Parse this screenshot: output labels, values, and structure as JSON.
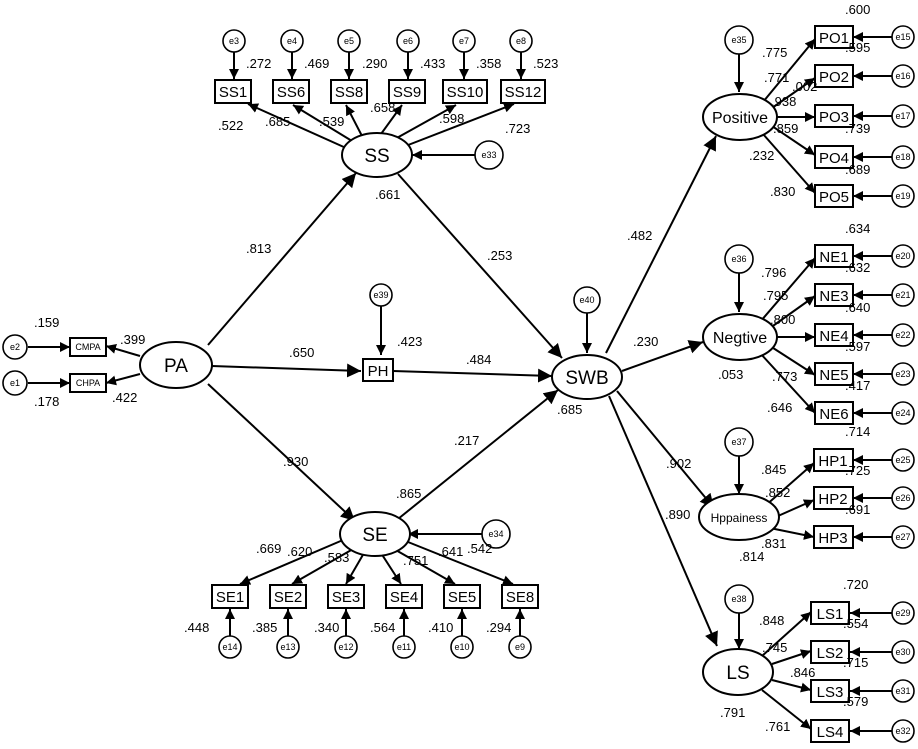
{
  "latent": {
    "pa": "PA",
    "ss": "SS",
    "se": "SE",
    "swb": "SWB",
    "positive": "Positive",
    "negtive": "Negtive",
    "happiness": "Hppainess",
    "ls": "LS"
  },
  "observed": {
    "cmpa": "CMPA",
    "chpa": "CHPA",
    "ph": "PH",
    "ss1": "SS1",
    "ss6": "SS6",
    "ss8": "SS8",
    "ss9": "SS9",
    "ss10": "SS10",
    "ss12": "SS12",
    "se1": "SE1",
    "se2": "SE2",
    "se3": "SE3",
    "se4": "SE4",
    "se5": "SE5",
    "se8": "SE8",
    "po1": "PO1",
    "po2": "PO2",
    "po3": "PO3",
    "po4": "PO4",
    "po5": "PO5",
    "ne1": "NE1",
    "ne3": "NE3",
    "ne4": "NE4",
    "ne5": "NE5",
    "ne6": "NE6",
    "hp1": "HP1",
    "hp2": "HP2",
    "hp3": "HP3",
    "ls1": "LS1",
    "ls2": "LS2",
    "ls3": "LS3",
    "ls4": "LS4"
  },
  "errors": {
    "e1": "e1",
    "e2": "e2",
    "e3": "e3",
    "e4": "e4",
    "e5": "e5",
    "e6": "e6",
    "e7": "e7",
    "e8": "e8",
    "e9": "e9",
    "e10": "e10",
    "e11": "e11",
    "e12": "e12",
    "e13": "e13",
    "e14": "e14",
    "e15": "e15",
    "e16": "e16",
    "e17": "e17",
    "e18": "e18",
    "e19": "e19",
    "e20": "e20",
    "e21": "e21",
    "e22": "e22",
    "e23": "e23",
    "e24": "e24",
    "e25": "e25",
    "e26": "e26",
    "e27": "e27",
    "e29": "e29",
    "e30": "e30",
    "e31": "e31",
    "e32": "e32",
    "e33": "e33",
    "e34": "e34",
    "e35": "e35",
    "e36": "e36",
    "e37": "e37",
    "e38": "e38",
    "e39": "e39",
    "e40": "e40"
  },
  "paths": {
    "pa_ss": ".813",
    "pa_ph": ".650",
    "pa_se": ".930",
    "ss_swb": ".253",
    "ph_swb": ".484",
    "se_swb": ".217",
    "swb_positive": ".482",
    "swb_negtive": ".230",
    "swb_happiness": ".902",
    "swb_ls": ".890"
  },
  "r2": {
    "ss": ".661",
    "se": ".865",
    "ph": ".423",
    "swb": ".685",
    "positive": ".232",
    "negtive": ".053",
    "happiness": ".814",
    "ls": ".791",
    "cmpa": ".159",
    "chpa": ".178",
    "ss1": ".272",
    "ss6": ".469",
    "ss8": ".290",
    "ss9": ".433",
    "ss10": ".358",
    "ss12": ".523",
    "se1": ".448",
    "se2": ".385",
    "se3": ".340",
    "se4": ".564",
    "se5": ".410",
    "se8": ".294",
    "po1": ".600",
    "po2": ".595",
    "po3": ".002",
    "po4": ".739",
    "po5": ".689",
    "ne1": ".634",
    "ne3": ".632",
    "ne4": ".640",
    "ne5": ".597",
    "ne6": ".417",
    "hp1": ".714",
    "hp2": ".725",
    "hp3": ".691",
    "ls1": ".720",
    "ls2": ".554",
    "ls3": ".715",
    "ls4": ".579"
  },
  "loadings": {
    "cmpa": ".399",
    "chpa": ".422",
    "ss1": ".522",
    "ss6": ".685",
    "ss8": ".539",
    "ss9": ".658",
    "ss10": ".598",
    "ss12": ".723",
    "se1": ".669",
    "se2": ".620",
    "se3": ".583",
    "se4": ".751",
    "se5": ".641",
    "se8": ".542",
    "po1": ".775",
    "po2": ".771",
    "po3": ".938",
    "po4": ".859",
    "po5": ".830",
    "ne1": ".796",
    "ne3": ".795",
    "ne4": ".800",
    "ne5": ".773",
    "ne6": ".646",
    "hp1": ".845",
    "hp2": ".852",
    "hp3": ".831",
    "ls1": ".848",
    "ls2": ".745",
    "ls3": ".846",
    "ls4": ".761"
  }
}
